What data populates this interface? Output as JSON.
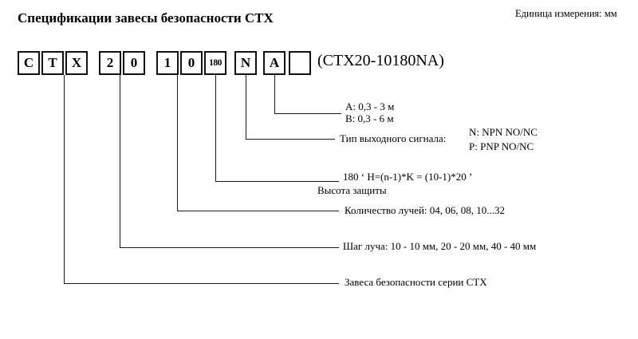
{
  "title": "Спецификации завесы безопасности CTX",
  "unit_note": "Единица измерения: мм",
  "model_boxes": [
    "C",
    "T",
    "X",
    "2",
    "0",
    "1",
    "0",
    "180",
    "N",
    "A",
    ""
  ],
  "model_code": "(CTX20-10180NA)",
  "legend": {
    "range": {
      "line1": "A: 0,3 - 3 м",
      "line2": "B: 0,3 - 6 м"
    },
    "output": {
      "label": "Тип выходного сигнала:",
      "option1": "N: NPN NO/NC",
      "option2": "P: PNP NO/NC"
    },
    "height": {
      "formula": "180  ‘ H=(n-1)*K = (10-1)*20 ’",
      "label": "Высота защиты"
    },
    "beams": "Количество лучей: 04, 06, 08, 10...32",
    "pitch": "Шаг луча: 10 - 10 мм, 20 - 20 мм, 40 - 40 мм",
    "series": "Завеса безопасности серии CTX"
  }
}
